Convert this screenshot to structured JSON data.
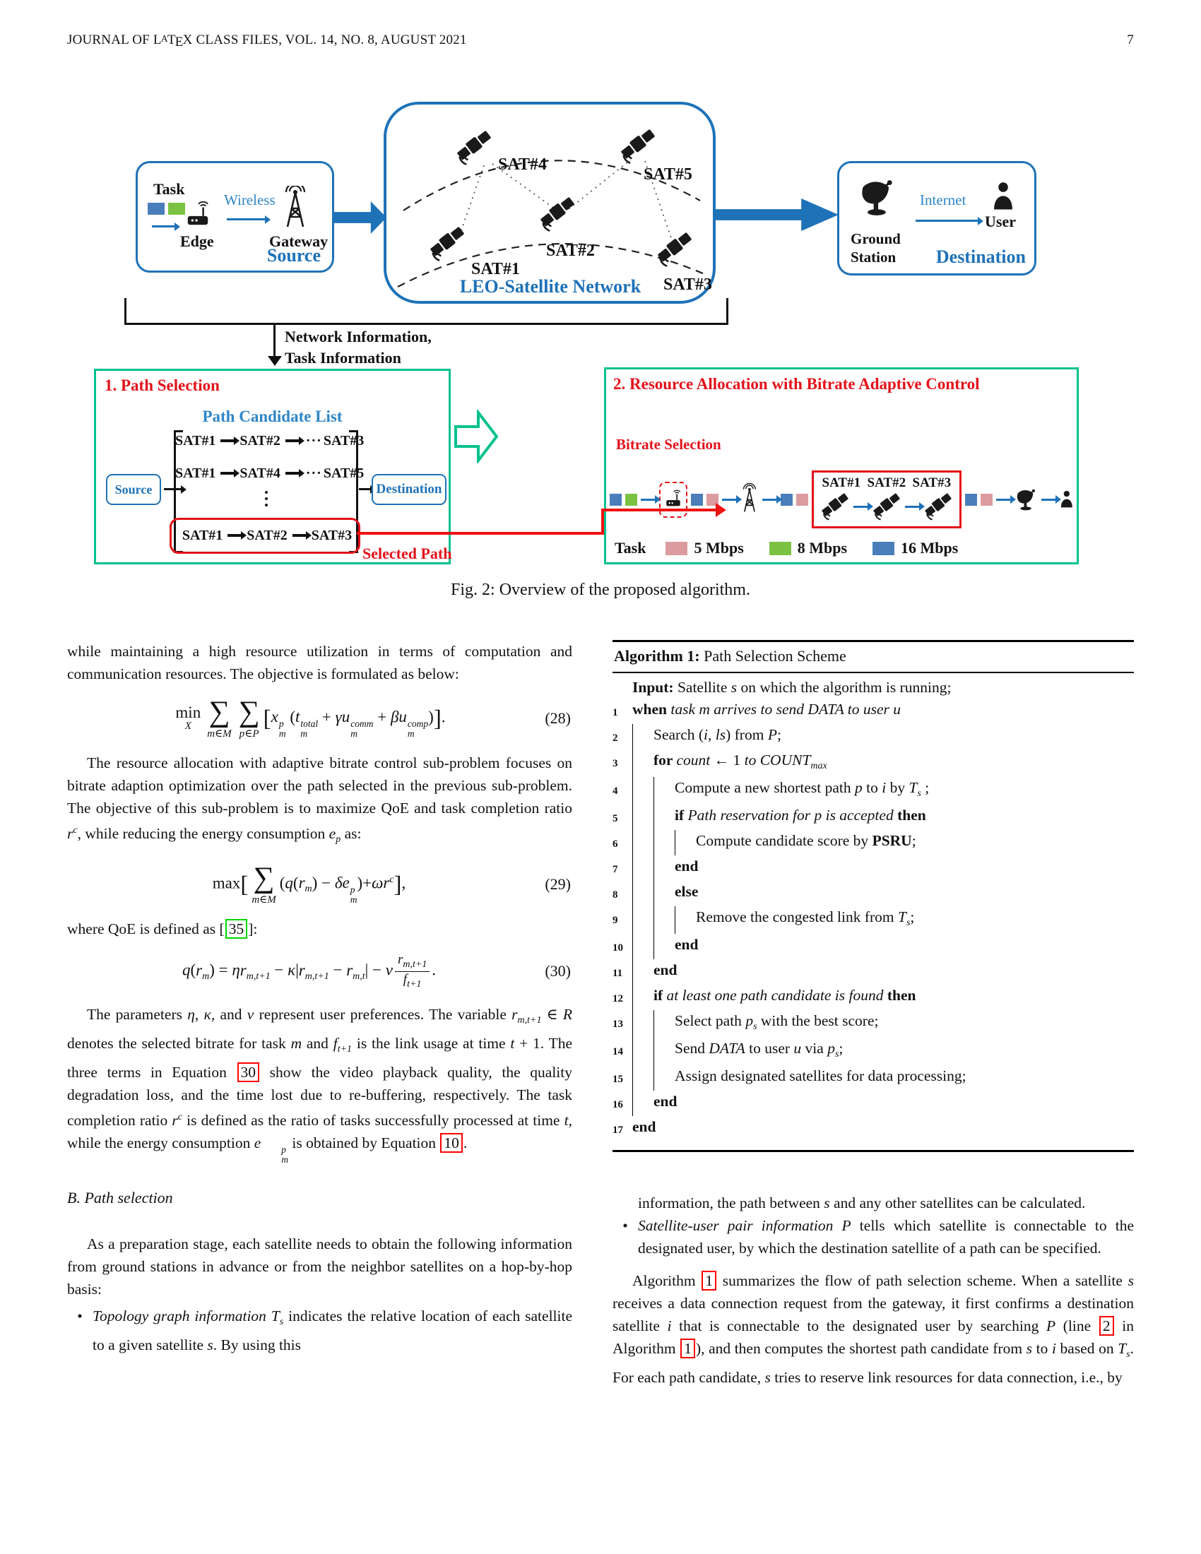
{
  "colors": {
    "accent_blue": "#1e72b8",
    "accent_blue_light": "#2e86c9",
    "panel_green": "#06c18e",
    "title_red": "#e3121a",
    "ref_red": "#ff0000",
    "ref_green": "#00d800",
    "task_pink": "#dc9b9f",
    "task_green": "#7cc242",
    "task_blue": "#4a7ebb"
  },
  "header": {
    "left_segments": [
      {
        "s": "n",
        "t": "JOURNAL OF L"
      },
      {
        "s": "latexA",
        "t": "A"
      },
      {
        "s": "n",
        "t": "T"
      },
      {
        "s": "latexE",
        "t": "E"
      },
      {
        "s": "n",
        "t": "X CLASS FILES, VOL. 14, NO. 8, AUGUST 2021"
      }
    ],
    "page_number": "7"
  },
  "figure": {
    "caption": "Fig. 2: Overview of the proposed algorithm.",
    "source_panel": {
      "task_label": "Task",
      "edge_label": "Edge",
      "wireless_label": "Wireless",
      "gateway_label": "Gateway",
      "name": "Source"
    },
    "leo_panel": {
      "name": "LEO-Satellite Network",
      "sat1": "SAT#1",
      "sat2": "SAT#2",
      "sat3": "SAT#3",
      "sat4": "SAT#4",
      "sat5": "SAT#5"
    },
    "dest_panel": {
      "ground_line1": "Ground",
      "ground_line2": "Station",
      "internet_label": "Internet",
      "user_label": "User",
      "name": "Destination"
    },
    "info_label_line1": "Network Information,",
    "info_label_line2": "Task Information",
    "path_selection": {
      "title": "1. Path Selection",
      "list_title": "Path Candidate List",
      "source_label": "Source",
      "dest_label": "Destination",
      "rows": [
        [
          {
            "s": "n",
            "t": "SAT#1"
          },
          {
            "s": "barrow"
          },
          {
            "s": "n",
            "t": "SAT#2"
          },
          {
            "s": "barrow"
          },
          {
            "s": "dots3"
          },
          {
            "s": "n",
            "t": "SAT#3"
          }
        ],
        [
          {
            "s": "n",
            "t": "SAT#1"
          },
          {
            "s": "barrow"
          },
          {
            "s": "n",
            "t": "SAT#4"
          },
          {
            "s": "barrow"
          },
          {
            "s": "dots3"
          },
          {
            "s": "n",
            "t": "SAT#5"
          }
        ],
        [
          {
            "s": "n",
            "t": "SAT#1"
          },
          {
            "s": "barrow"
          },
          {
            "s": "n",
            "t": "SAT#2"
          },
          {
            "s": "barrow"
          },
          {
            "s": "n",
            "t": "SAT#3"
          }
        ]
      ],
      "selected_label": "Selected Path"
    },
    "resource_allocation": {
      "title": "2. Resource Allocation with Bitrate Adaptive Control",
      "bitrate_label": "Bitrate Selection",
      "sat_labels": [
        "SAT#1",
        "SAT#2",
        "SAT#3"
      ],
      "legend": {
        "task_label": "Task",
        "items": [
          {
            "label": "5 Mbps",
            "color": "#dc9b9f"
          },
          {
            "label": "8 Mbps",
            "color": "#7cc242"
          },
          {
            "label": "16 Mbps",
            "color": "#4a7ebb"
          }
        ]
      }
    }
  },
  "left_column": {
    "para1": [
      {
        "s": "n",
        "t": "while maintaining a high resource utilization in terms of computation and communication resources. The objective is formulated as below:"
      }
    ],
    "eq28": {
      "number": "(28)",
      "segments": [
        {
          "s": "opstack",
          "t": "min",
          "u": "X"
        },
        {
          "s": "bigop",
          "t": "∑",
          "u": "m∈M"
        },
        {
          "s": "bigop",
          "t": "∑",
          "u": "p∈P"
        },
        {
          "s": "bigbr",
          "t": "["
        },
        {
          "s": "msubsup",
          "b": "x",
          "sup": "p",
          "sub": "m"
        },
        {
          "s": "n",
          "t": " ("
        },
        {
          "s": "msubsup",
          "b": "t",
          "sup": "total",
          "sub": "m"
        },
        {
          "s": "n",
          "t": " + "
        },
        {
          "s": "i",
          "t": "γ"
        },
        {
          "s": "msubsup",
          "b": "u",
          "sup": "comm",
          "sub": "m"
        },
        {
          "s": "n",
          "t": " + "
        },
        {
          "s": "i",
          "t": "β"
        },
        {
          "s": "msubsup",
          "b": "u",
          "sup": "comp",
          "sub": "m"
        },
        {
          "s": "n",
          "t": ")"
        },
        {
          "s": "bigbr",
          "t": "]"
        },
        {
          "s": "n",
          "t": "."
        }
      ]
    },
    "para2": [
      {
        "s": "n",
        "t": "The resource allocation with adaptive bitrate control sub-problem focuses on bitrate adaption optimization over the path selected in the previous sub-problem. The objective of this sub-problem is to maximize QoE and task completion ratio "
      },
      {
        "s": "msup",
        "b": "r",
        "sup": "c"
      },
      {
        "s": "n",
        "t": ", while reducing the energy consumption "
      },
      {
        "s": "msub",
        "b": "e",
        "sub": "p"
      },
      {
        "s": "n",
        "t": " as:"
      }
    ],
    "eq29": {
      "number": "(29)",
      "segments": [
        {
          "s": "n",
          "t": "max"
        },
        {
          "s": "bigbr",
          "t": "["
        },
        {
          "s": "bigop",
          "t": "∑",
          "u": "m∈M"
        },
        {
          "s": "n",
          "t": "("
        },
        {
          "s": "i",
          "t": "q"
        },
        {
          "s": "n",
          "t": "("
        },
        {
          "s": "msub",
          "b": "r",
          "sub": "m"
        },
        {
          "s": "n",
          "t": ") − "
        },
        {
          "s": "i",
          "t": "δ"
        },
        {
          "s": "msubsup",
          "b": "e",
          "sup": "p",
          "sub": "m"
        },
        {
          "s": "n",
          "t": ")+"
        },
        {
          "s": "i",
          "t": "ω"
        },
        {
          "s": "msup",
          "b": "r",
          "sup": "c"
        },
        {
          "s": "bigbr",
          "t": "]"
        },
        {
          "s": "n",
          "t": ","
        }
      ]
    },
    "para3": [
      {
        "s": "n",
        "t": "where QoE is defined as ["
      },
      {
        "s": "greenbox",
        "t": "35"
      },
      {
        "s": "n",
        "t": "]:"
      }
    ],
    "eq30": {
      "number": "(30)",
      "segments": [
        {
          "s": "i",
          "t": "q"
        },
        {
          "s": "n",
          "t": "("
        },
        {
          "s": "msub",
          "b": "r",
          "sub": "m"
        },
        {
          "s": "n",
          "t": ") = "
        },
        {
          "s": "i",
          "t": "η"
        },
        {
          "s": "msub",
          "b": "r",
          "sub": "m,t+1"
        },
        {
          "s": "n",
          "t": " − "
        },
        {
          "s": "i",
          "t": "κ"
        },
        {
          "s": "n",
          "t": "|"
        },
        {
          "s": "msub",
          "b": "r",
          "sub": "m,t+1"
        },
        {
          "s": "n",
          "t": " − "
        },
        {
          "s": "msub",
          "b": "r",
          "sub": "m,t"
        },
        {
          "s": "n",
          "t": "| − "
        },
        {
          "s": "i",
          "t": "ν"
        },
        {
          "s": "frac",
          "topb": "r",
          "topsub": "m,t+1",
          "botb": "f",
          "botsub": "t+1"
        },
        {
          "s": "n",
          "t": "."
        }
      ]
    },
    "para4": [
      {
        "s": "n",
        "t": "The parameters "
      },
      {
        "s": "i",
        "t": "η"
      },
      {
        "s": "n",
        "t": ", "
      },
      {
        "s": "i",
        "t": "κ"
      },
      {
        "s": "n",
        "t": ", and "
      },
      {
        "s": "i",
        "t": "ν"
      },
      {
        "s": "n",
        "t": " represent user preferences. The variable "
      },
      {
        "s": "msub",
        "b": "r",
        "sub": "m,t+1"
      },
      {
        "s": "n",
        "t": " ∈ "
      },
      {
        "s": "i",
        "t": "R"
      },
      {
        "s": "n",
        "t": " denotes the selected bitrate for task "
      },
      {
        "s": "i",
        "t": "m"
      },
      {
        "s": "n",
        "t": " and "
      },
      {
        "s": "msub",
        "b": "f",
        "sub": "t+1"
      },
      {
        "s": "n",
        "t": " is the link usage at time "
      },
      {
        "s": "i",
        "t": "t"
      },
      {
        "s": "n",
        "t": " + 1. The three terms in Equation "
      },
      {
        "s": "redbox",
        "t": "30"
      },
      {
        "s": "n",
        "t": " show the video playback quality, the quality degradation loss, and the time lost due to re-buffering, respectively. The task completion ratio "
      },
      {
        "s": "msup",
        "b": "r",
        "sup": "c"
      },
      {
        "s": "n",
        "t": " is defined as the ratio of tasks successfully processed at time "
      },
      {
        "s": "i",
        "t": "t"
      },
      {
        "s": "n",
        "t": ", while the energy consumption "
      },
      {
        "s": "msubsup",
        "b": "e",
        "sup": "p",
        "sub": "m"
      },
      {
        "s": "n",
        "t": " is obtained by Equation "
      },
      {
        "s": "redbox",
        "t": "10"
      },
      {
        "s": "n",
        "t": "."
      }
    ],
    "section_b": "B. Path selection",
    "para5": [
      {
        "s": "n",
        "t": "As a preparation stage, each satellite needs to obtain the following information from ground stations in advance or from the neighbor satellites on a hop-by-hop basis:"
      }
    ],
    "bullet1": [
      {
        "s": "i",
        "t": "Topology graph information "
      },
      {
        "s": "msub",
        "b": "T",
        "sub": "s"
      },
      {
        "s": "n",
        "t": " indicates the relative location of each satellite to a given satellite "
      },
      {
        "s": "i",
        "t": "s"
      },
      {
        "s": "n",
        "t": ". By using this"
      }
    ]
  },
  "right_column": {
    "algorithm": {
      "title_bold": "Algorithm 1:",
      "title_rest": " Path Selection Scheme",
      "input": [
        {
          "s": "b",
          "t": "Input: "
        },
        {
          "s": "n",
          "t": " Satellite "
        },
        {
          "s": "i",
          "t": "s"
        },
        {
          "s": "n",
          "t": " on which the algorithm is running;"
        }
      ],
      "lines": [
        {
          "num": "1",
          "indent": 0,
          "segments": [
            {
              "s": "b",
              "t": "when "
            },
            {
              "s": "i",
              "t": "task m arrives to send DATA to user u"
            }
          ]
        },
        {
          "num": "2",
          "indent": 1,
          "segments": [
            {
              "s": "n",
              "t": "Search ("
            },
            {
              "s": "i",
              "t": "i, ls"
            },
            {
              "s": "n",
              "t": ") from "
            },
            {
              "s": "i",
              "t": "P"
            },
            {
              "s": "n",
              "t": ";"
            }
          ]
        },
        {
          "num": "3",
          "indent": 1,
          "segments": [
            {
              "s": "b",
              "t": "for "
            },
            {
              "s": "i",
              "t": "count"
            },
            {
              "s": "n",
              "t": " ← 1 "
            },
            {
              "s": "i",
              "t": "to"
            },
            {
              "s": "n",
              "t": " "
            },
            {
              "s": "i",
              "t": "COUNT"
            },
            {
              "s": "sub",
              "t": "max"
            }
          ]
        },
        {
          "num": "4",
          "indent": 2,
          "segments": [
            {
              "s": "n",
              "t": "Compute a new shortest path "
            },
            {
              "s": "i",
              "t": "p"
            },
            {
              "s": "n",
              "t": " to "
            },
            {
              "s": "i",
              "t": "i"
            },
            {
              "s": "n",
              "t": " by "
            },
            {
              "s": "msub",
              "b": "T",
              "sub": "s"
            },
            {
              "s": "n",
              "t": " ;"
            }
          ]
        },
        {
          "num": "5",
          "indent": 2,
          "segments": [
            {
              "s": "b",
              "t": "if "
            },
            {
              "s": "i",
              "t": "Path reservation for p is accepted "
            },
            {
              "s": "b",
              "t": " then"
            }
          ]
        },
        {
          "num": "6",
          "indent": 3,
          "segments": [
            {
              "s": "n",
              "t": "Compute candidate score by "
            },
            {
              "s": "b",
              "t": "PSRU"
            },
            {
              "s": "n",
              "t": ";"
            }
          ]
        },
        {
          "num": "7",
          "indent": 2,
          "segments": [
            {
              "s": "b",
              "t": "end"
            }
          ]
        },
        {
          "num": "8",
          "indent": 2,
          "segments": [
            {
              "s": "b",
              "t": "else"
            }
          ]
        },
        {
          "num": "9",
          "indent": 3,
          "segments": [
            {
              "s": "n",
              "t": "Remove the congested link from "
            },
            {
              "s": "msub",
              "b": "T",
              "sub": "s"
            },
            {
              "s": "n",
              "t": ";"
            }
          ]
        },
        {
          "num": "10",
          "indent": 2,
          "segments": [
            {
              "s": "b",
              "t": "end"
            }
          ]
        },
        {
          "num": "11",
          "indent": 1,
          "segments": [
            {
              "s": "b",
              "t": "end"
            }
          ]
        },
        {
          "num": "12",
          "indent": 1,
          "segments": [
            {
              "s": "b",
              "t": "if "
            },
            {
              "s": "i",
              "t": "at least one path candidate is found"
            },
            {
              "s": "b",
              "t": " then"
            }
          ]
        },
        {
          "num": "13",
          "indent": 2,
          "segments": [
            {
              "s": "n",
              "t": "Select path "
            },
            {
              "s": "msub",
              "b": "p",
              "sub": "s"
            },
            {
              "s": "n",
              "t": " with the best score;"
            }
          ]
        },
        {
          "num": "14",
          "indent": 2,
          "segments": [
            {
              "s": "n",
              "t": "Send "
            },
            {
              "s": "i",
              "t": "DATA"
            },
            {
              "s": "n",
              "t": " to user "
            },
            {
              "s": "i",
              "t": "u"
            },
            {
              "s": "n",
              "t": " via "
            },
            {
              "s": "msub",
              "b": "p",
              "sub": "s"
            },
            {
              "s": "n",
              "t": ";"
            }
          ]
        },
        {
          "num": "15",
          "indent": 2,
          "segments": [
            {
              "s": "n",
              "t": "Assign designated satellites for data processing;"
            }
          ]
        },
        {
          "num": "16",
          "indent": 1,
          "segments": [
            {
              "s": "b",
              "t": "end"
            }
          ]
        },
        {
          "num": "17",
          "indent": 0,
          "segments": [
            {
              "s": "b",
              "t": "end"
            }
          ]
        }
      ]
    },
    "bullet1_cont": [
      {
        "s": "n",
        "t": "information, the path between "
      },
      {
        "s": "i",
        "t": "s"
      },
      {
        "s": "n",
        "t": " and any other satellites can be calculated."
      }
    ],
    "bullet2": [
      {
        "s": "i",
        "t": "Satellite-user pair information P"
      },
      {
        "s": "n",
        "t": " tells which satellite is connectable to the designated user, by which the destination satellite of a path can be specified."
      }
    ],
    "para_final": [
      {
        "s": "n",
        "t": "Algorithm "
      },
      {
        "s": "redbox",
        "t": "1"
      },
      {
        "s": "n",
        "t": " summarizes the flow of path selection scheme. When a satellite "
      },
      {
        "s": "i",
        "t": "s"
      },
      {
        "s": "n",
        "t": " receives a data connection request from the gateway, it first confirms a destination satellite "
      },
      {
        "s": "i",
        "t": "i"
      },
      {
        "s": "n",
        "t": " that is connectable to the designated user by searching "
      },
      {
        "s": "i",
        "t": "P"
      },
      {
        "s": "n",
        "t": " (line "
      },
      {
        "s": "redbox",
        "t": "2"
      },
      {
        "s": "n",
        "t": " in Algorithm "
      },
      {
        "s": "redbox",
        "t": "1"
      },
      {
        "s": "n",
        "t": "), and then computes the shortest path candidate from "
      },
      {
        "s": "i",
        "t": "s"
      },
      {
        "s": "n",
        "t": " to "
      },
      {
        "s": "i",
        "t": "i"
      },
      {
        "s": "n",
        "t": " based on "
      },
      {
        "s": "msub",
        "b": "T",
        "sub": "s"
      },
      {
        "s": "n",
        "t": ". For each path candidate, "
      },
      {
        "s": "i",
        "t": "s"
      },
      {
        "s": "n",
        "t": " tries to reserve link resources for data connection, i.e., by"
      }
    ]
  }
}
